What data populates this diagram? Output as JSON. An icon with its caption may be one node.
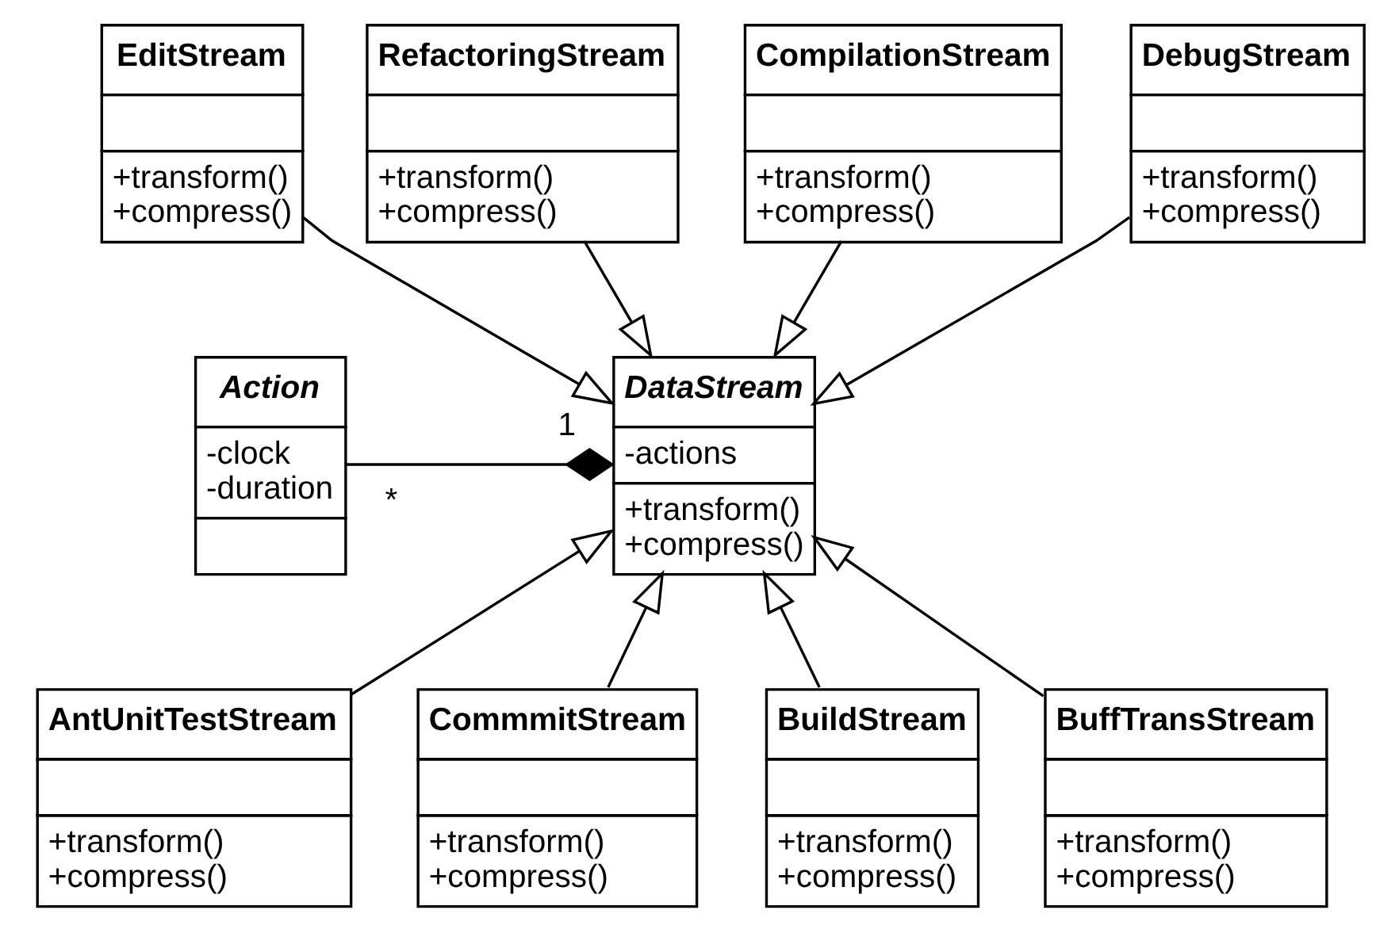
{
  "diagram": {
    "nodes": [
      {
        "text": [
          "EditStream",
          "+transform()",
          "+compress()"
        ]
      },
      {
        "text": [
          "RefactoringStream",
          "+transform()",
          "+compress()"
        ]
      },
      {
        "text": [
          "CompilationStream",
          "+transform()",
          "+compress()"
        ]
      },
      {
        "text": [
          "DebugStream",
          "+transform()",
          "+compress()"
        ]
      },
      {
        "text": [
          "DataStream",
          "-actions",
          "+transform()",
          "+compress()"
        ]
      },
      {
        "text": [
          "Action",
          "-clock",
          "-duration"
        ]
      },
      {
        "text": [
          "AntUnitTestStream",
          "+transform()",
          "+compress()"
        ]
      },
      {
        "text": [
          "CommmitStream",
          "+transform()",
          "+compress()"
        ]
      },
      {
        "text": [
          "BuildStream",
          "+transform()",
          "+compress()"
        ]
      },
      {
        "text": [
          "BuffTransStream",
          "+transform()",
          "+compress()"
        ]
      }
    ],
    "edges": [
      {
        "from": 0,
        "to": 4,
        "arrow": "to"
      },
      {
        "from": 1,
        "to": 4,
        "arrow": "to"
      },
      {
        "from": 2,
        "to": 4,
        "arrow": "to"
      },
      {
        "from": 3,
        "to": 4,
        "arrow": "to"
      },
      {
        "from": 4,
        "to": 5,
        "arrow": "other"
      },
      {
        "from": 6,
        "to": 4,
        "arrow": "to"
      },
      {
        "from": 7,
        "to": 4,
        "arrow": "to"
      },
      {
        "from": 8,
        "to": 4,
        "arrow": "to"
      },
      {
        "from": 9,
        "to": 4,
        "arrow": "to"
      }
    ],
    "labels": [
      "1",
      "*"
    ]
  }
}
